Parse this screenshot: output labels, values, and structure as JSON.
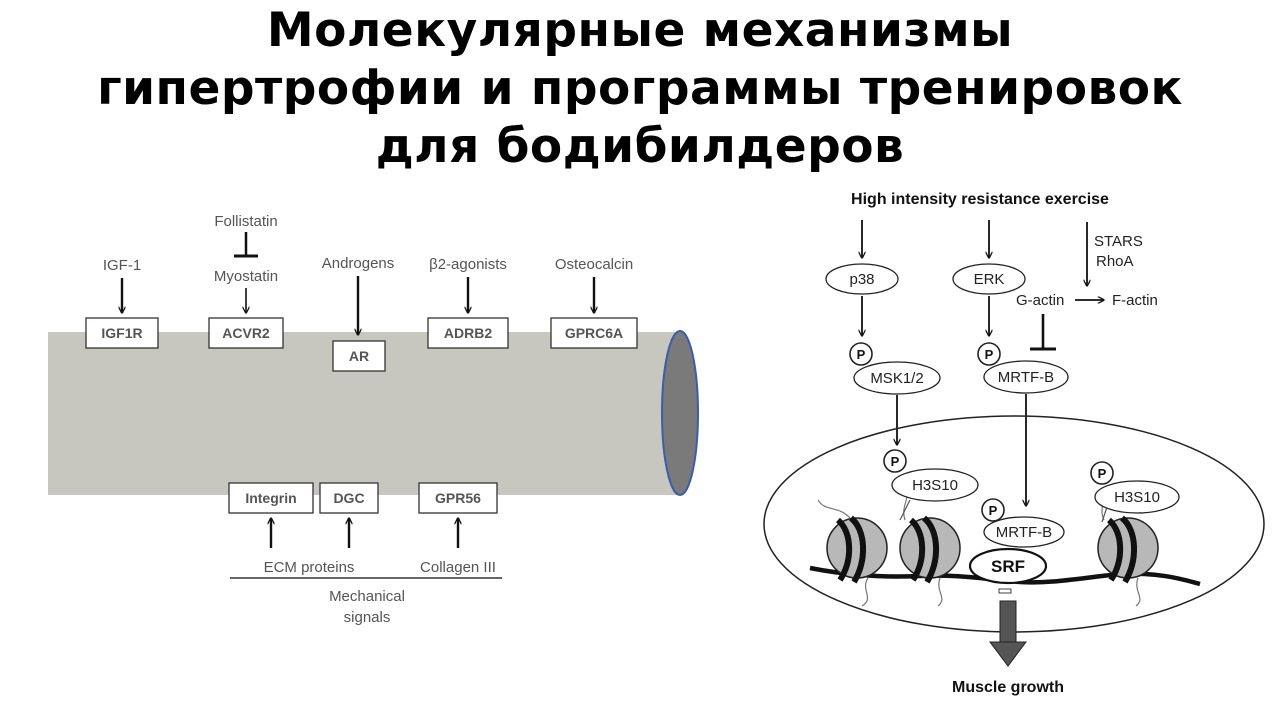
{
  "title": {
    "line1": "Молекулярные механизмы",
    "line2": "гипертрофии и программы тренировок",
    "line3": "для бодибилдеров"
  },
  "left": {
    "ligands": {
      "igf1": "IGF-1",
      "follistatin": "Follistatin",
      "myostatin": "Myostatin",
      "androgens": "Androgens",
      "b2agonists": "β2-agonists",
      "osteocalcin": "Osteocalcin"
    },
    "receptors": {
      "igf1r": "IGF1R",
      "acvr2": "ACVR2",
      "ar": "AR",
      "adrb2": "ADRB2",
      "gprc6a": "GPRC6A",
      "integrin": "Integrin",
      "dgc": "DGC",
      "gpr56": "GPR56"
    },
    "bottom": {
      "ecm": "ECM proteins",
      "collagen": "Collagen III",
      "mech1": "Mechanical",
      "mech2": "signals"
    }
  },
  "right": {
    "exercise": "High intensity resistance exercise",
    "p38": "p38",
    "erk": "ERK",
    "stars": "STARS",
    "rhoa": "RhoA",
    "gactin": "G-actin",
    "factin": "F-actin",
    "p": "P",
    "msk": "MSK1/2",
    "mrtfb": "MRTF-B",
    "h3s10": "H3S10",
    "srf": "SRF",
    "growth": "Muscle growth"
  },
  "colors": {
    "muscle_fiber": "#c7c7c0",
    "fiber_end": "#7a7a7a",
    "fiber_outline": "#3c5ea8",
    "nucleosome": "#b8b8b8",
    "growth_arrow": "#555555"
  }
}
